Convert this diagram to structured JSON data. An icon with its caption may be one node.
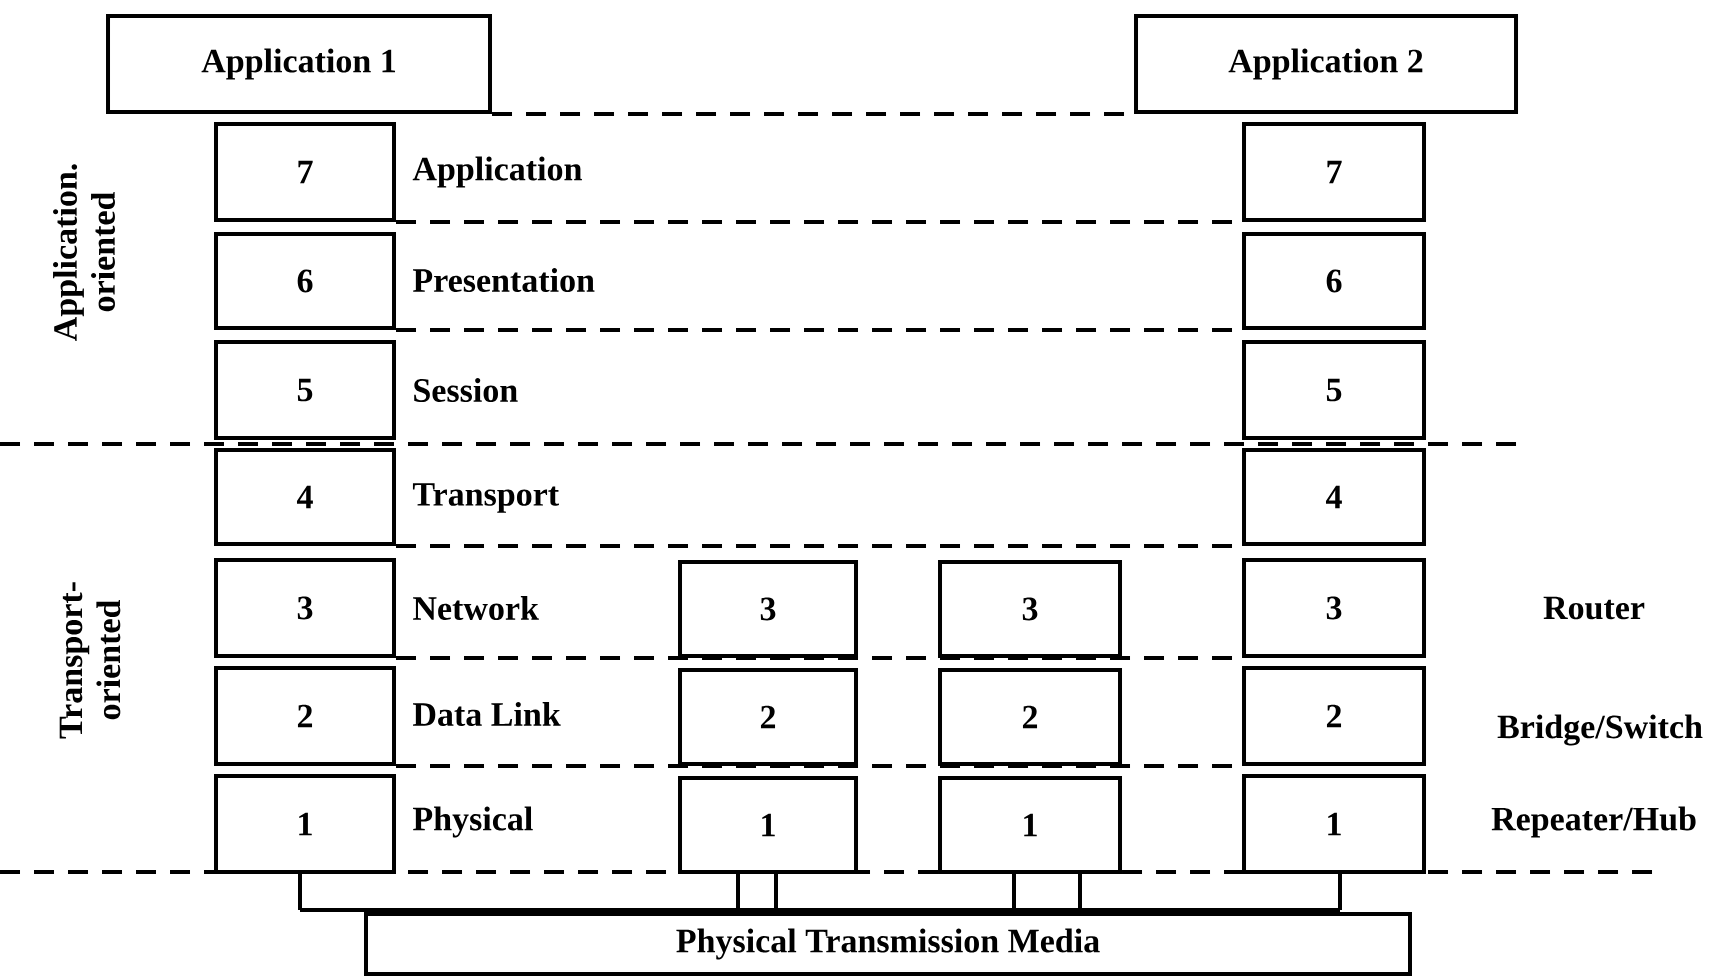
{
  "diagram": {
    "nodes": [
      {
        "text": [
          "Application  1"
        ]
      },
      {
        "text": [
          "Application  2"
        ]
      },
      {
        "text": [
          "7"
        ]
      },
      {
        "text": [
          "6"
        ]
      },
      {
        "text": [
          "5"
        ]
      },
      {
        "text": [
          "4"
        ]
      },
      {
        "text": [
          "3"
        ]
      },
      {
        "text": [
          "2"
        ]
      },
      {
        "text": [
          "1"
        ]
      },
      {
        "text": [
          "3"
        ]
      },
      {
        "text": [
          "2"
        ]
      },
      {
        "text": [
          "1"
        ]
      },
      {
        "text": [
          "3"
        ]
      },
      {
        "text": [
          "2"
        ]
      },
      {
        "text": [
          "1"
        ]
      },
      {
        "text": [
          "7"
        ]
      },
      {
        "text": [
          "6"
        ]
      },
      {
        "text": [
          "5"
        ]
      },
      {
        "text": [
          "4"
        ]
      },
      {
        "text": [
          "3"
        ]
      },
      {
        "text": [
          "2"
        ]
      },
      {
        "text": [
          "1"
        ]
      },
      {
        "text": [
          "Physical  Transmission  Media"
        ]
      }
    ],
    "edges": [
      {
        "from": 0,
        "to": 1,
        "arrow": "none",
        "style": "dashed"
      },
      {
        "from": 8,
        "to": 22,
        "arrow": "none"
      },
      {
        "from": 11,
        "to": 22,
        "arrow": "none"
      },
      {
        "from": 11,
        "to": 22,
        "arrow": "none"
      },
      {
        "from": 14,
        "to": 22,
        "arrow": "none"
      },
      {
        "from": 14,
        "to": 22,
        "arrow": "none"
      },
      {
        "from": 21,
        "to": 22,
        "arrow": "none"
      },
      {
        "from": 2,
        "to": 15,
        "arrow": "none",
        "style": "dashed"
      },
      {
        "from": 3,
        "to": 16,
        "arrow": "none",
        "style": "dashed"
      },
      {
        "from": 5,
        "to": 18,
        "arrow": "none",
        "style": "dashed"
      },
      {
        "from": 6,
        "to": 19,
        "arrow": "none",
        "style": "dashed"
      },
      {
        "from": 7,
        "to": 20,
        "arrow": "none",
        "style": "dashed"
      }
    ],
    "labels": [
      "Application. oriented",
      "Application",
      "Presentation",
      "Session",
      "Transport- oriented",
      "Transport",
      "Network",
      "Router",
      "Data Link",
      "Bridge/Switch",
      "Physical",
      "Repeater/Hub"
    ]
  }
}
